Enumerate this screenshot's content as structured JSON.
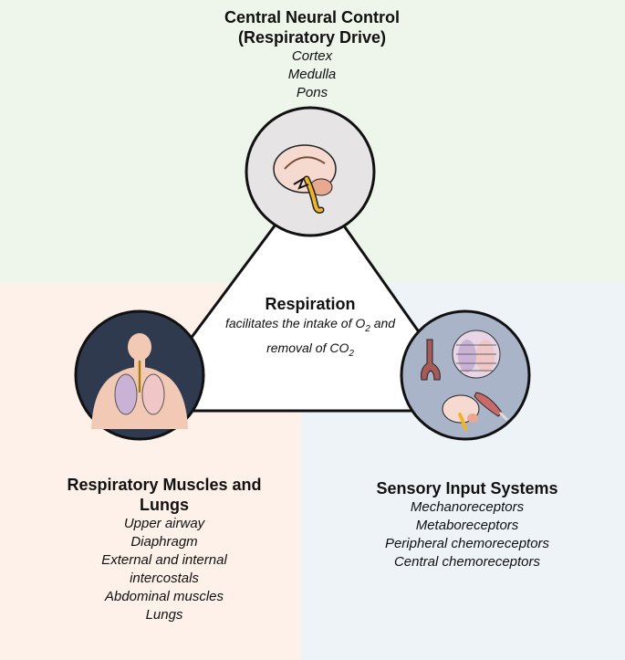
{
  "top": {
    "title_line1": "Central Neural Control",
    "title_line2": "(Respiratory Drive)",
    "items": [
      "Cortex",
      "Medulla",
      "Pons"
    ]
  },
  "center": {
    "title": "Respiration",
    "desc_part1": "facilitates the intake of O",
    "desc_sub1": "2",
    "desc_part2": " and",
    "desc_part3": "removal of CO",
    "desc_sub2": "2"
  },
  "left": {
    "title_line1": "Respiratory Muscles and",
    "title_line2": "Lungs",
    "items": [
      "Upper airway",
      "Diaphragm",
      "External and internal",
      "intercostals",
      "Abdominal muscles",
      "Lungs"
    ]
  },
  "right": {
    "title": "Sensory Input Systems",
    "items": [
      "Mechanoreceptors",
      "Metaboreceptors",
      "Peripheral chemoreceptors",
      "Central chemoreceptors"
    ]
  },
  "colors": {
    "top_bg": "#eef5ea",
    "left_bg": "#fdf1ea",
    "right_bg": "#eef3f8",
    "brain_circle": "#e6e4e4",
    "body_circle": "#2f3a4f",
    "sensory_circle": "#aab4c8"
  },
  "icons": [
    "brain-icon",
    "torso-lungs-icon",
    "airway-icon",
    "ribcage-lungs-icon",
    "brain-small-icon",
    "muscle-icon"
  ]
}
